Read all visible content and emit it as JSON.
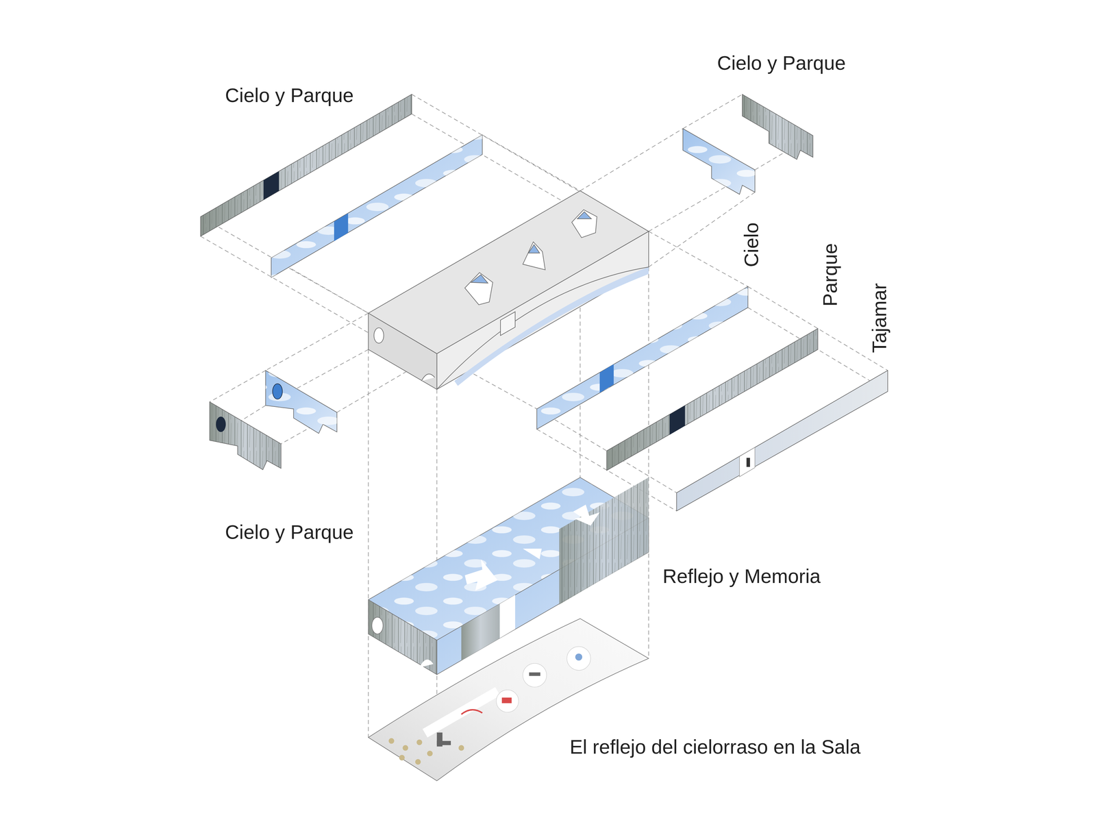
{
  "diagram": {
    "labels": [
      "Cielo y Parque",
      "Cielo y Parque",
      "Cielo",
      "Parque",
      "Tajamar",
      "Cielo y Parque",
      "Reflejo y Memoria",
      "El reflejo del cielorraso en la Sala"
    ]
  }
}
